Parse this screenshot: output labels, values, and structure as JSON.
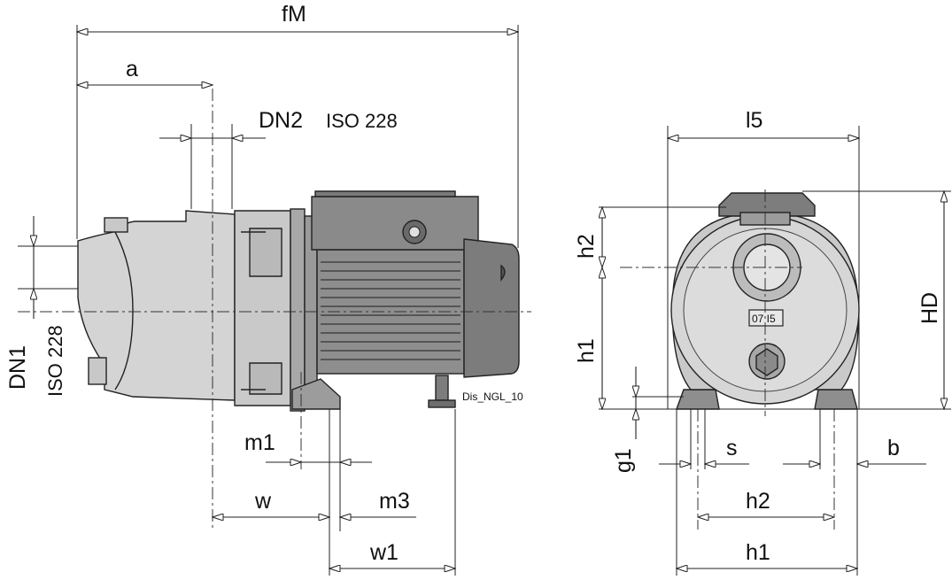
{
  "drawing": {
    "caption": "Dis_NGL_10",
    "colors": {
      "body_light": "#d9d9d9",
      "body_mid": "#bdbdbd",
      "motor": "#8c8c8c",
      "motor_dark": "#6e6e6e",
      "line": "#222222"
    }
  },
  "side_view": {
    "labels": {
      "fM": "fM",
      "a": "a",
      "dn2": "DN2",
      "dn2_std": "ISO 228",
      "dn1": "DN1",
      "dn1_std": "ISO 228",
      "m1": "m1",
      "w": "w",
      "m3": "m3",
      "w1": "w1"
    }
  },
  "front_view": {
    "labels": {
      "l5": "l5",
      "h2_left": "h2",
      "h1_left": "h1",
      "hd": "HD",
      "g1": "g1",
      "s": "s",
      "b": "b",
      "h2_bottom": "h2",
      "h1_bottom": "h1",
      "plate": "07 I5"
    }
  }
}
